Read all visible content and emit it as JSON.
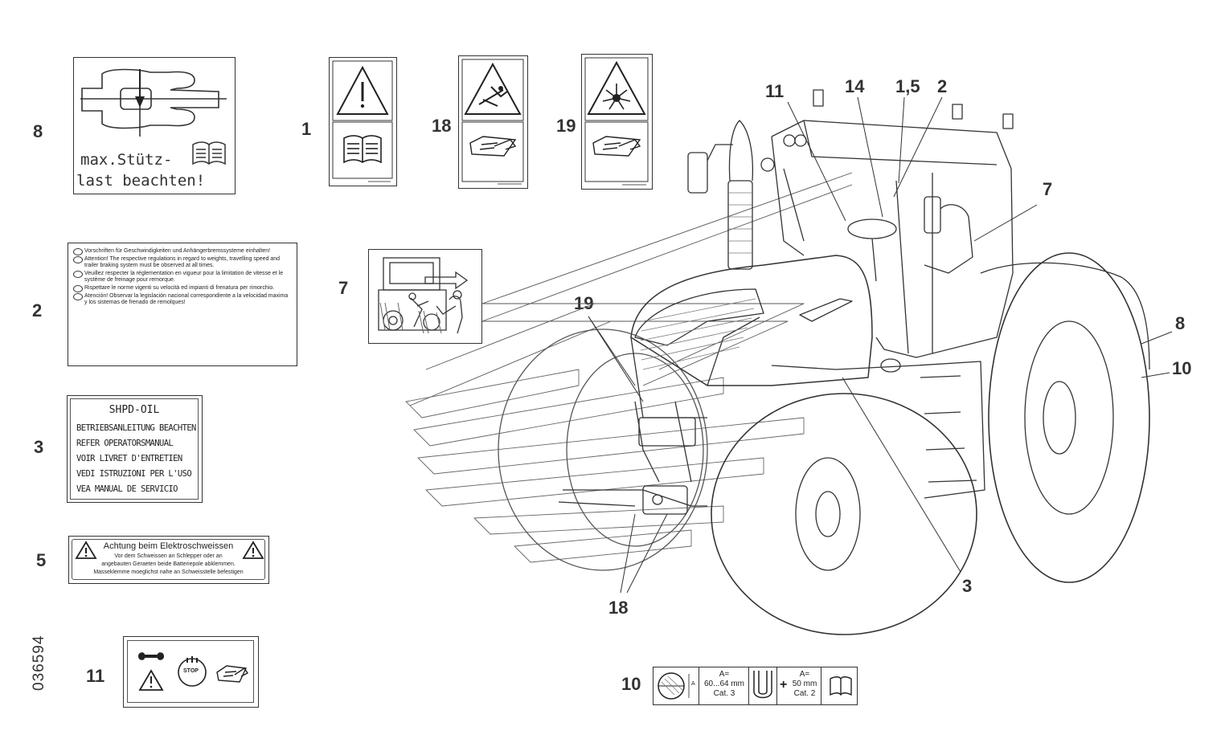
{
  "figure_code": "036594",
  "callouts": {
    "left": [
      "8",
      "1",
      "18",
      "19",
      "2",
      "7",
      "3",
      "5",
      "11",
      "10"
    ],
    "tractor": [
      "11",
      "14",
      "1,5",
      "2",
      "7",
      "8",
      "10",
      "19",
      "3",
      "18"
    ]
  },
  "decals": {
    "d8": {
      "line1": "max.Stütz-",
      "line2": "last beachten!"
    },
    "d2": {
      "paragraphs": [
        "Vorschriften für Geschwindigkeiten und Anhängerbremssysteme einhalten!",
        "Attention! The respective regulations in regard to weights, travelling speed and trailer braking system must be observed at all times.",
        "Veuillez respecter la réglementation en vigueur pour la limitation de vitesse et le système de freinage pour remorque.",
        "Rispettare le norme vigenti su velocità ed impianti di frenatura per rimorchio.",
        "Atención! Observar la legislación nacional correspondiente a la velocidad maxima y los sistemas de frenado de remolques!"
      ]
    },
    "d3": {
      "title": "SHPD-OIL",
      "lines": [
        "BETRIEBSANLEITUNG BEACHTEN",
        "REFER OPERATORSMANUAL",
        "VOIR LIVRET D'ENTRETIEN",
        "VEDI ISTRUZIONI PER L'USO",
        "VEA MANUAL DE SERVICIO"
      ]
    },
    "d5": {
      "title": "Achtung beim Elektroschweissen",
      "lines": [
        "Vor dem Schweissen an Schlepper oder an",
        "angebauten Geraeten beide Batteriepole abklemmen.",
        "Masseklemme moeglichst nahe an Schweisstelle befestigen"
      ]
    },
    "d10": {
      "a_label": "A",
      "cell1_line1": "A=",
      "cell1_line2": "60...64 mm",
      "cell1_line3": "Cat. 3",
      "plus": "+",
      "cell2_line1": "A=",
      "cell2_line2": "50 mm",
      "cell2_line3": "Cat. 2"
    },
    "d11": {
      "stop": "STOP"
    }
  }
}
